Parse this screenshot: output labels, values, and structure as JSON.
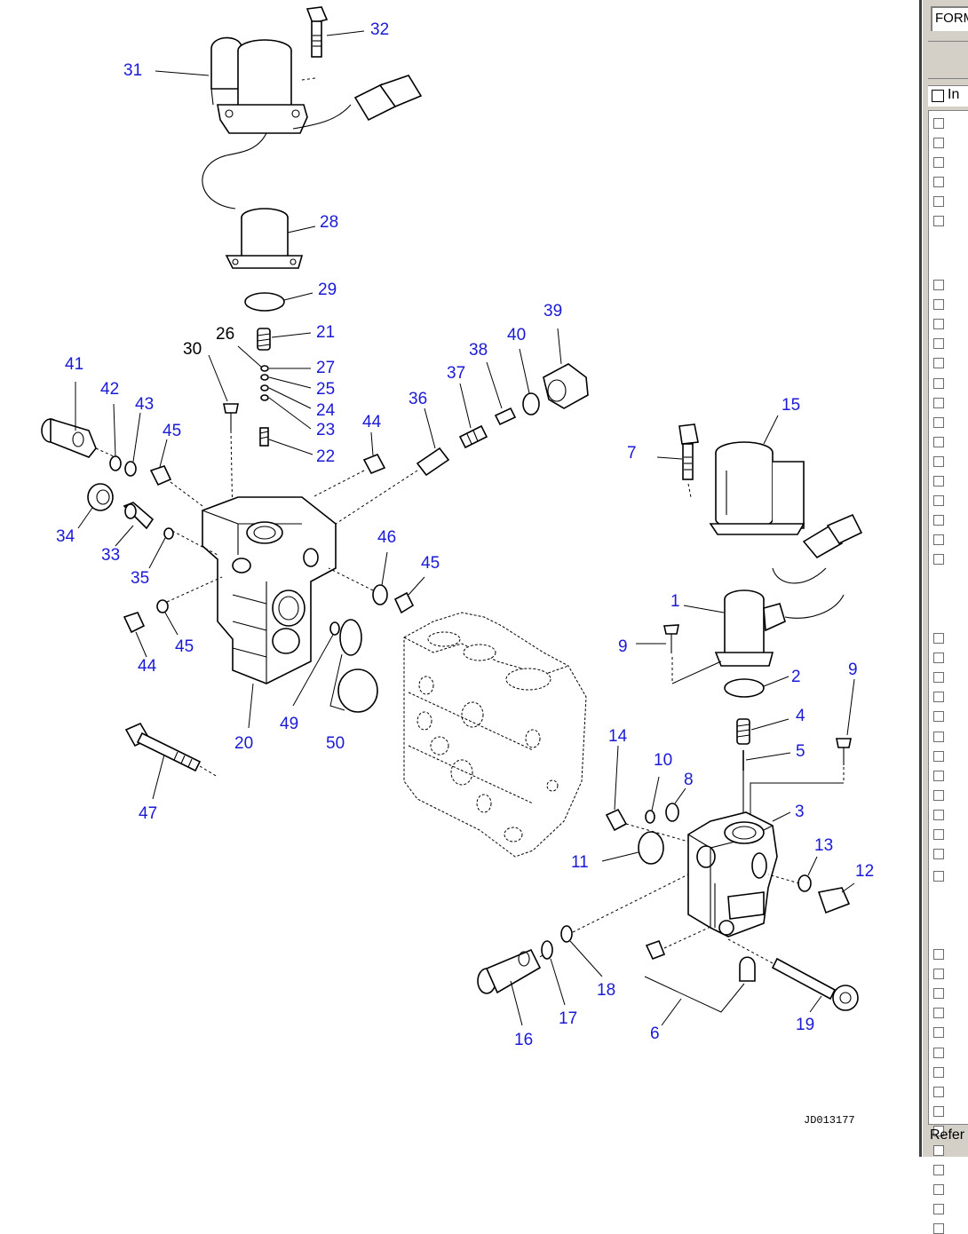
{
  "diagram": {
    "drawing_code": "JD013177",
    "callouts": [
      "1",
      "2",
      "3",
      "4",
      "5",
      "6",
      "7",
      "8",
      "9",
      "9",
      "10",
      "11",
      "12",
      "13",
      "14",
      "15",
      "16",
      "17",
      "18",
      "19",
      "20",
      "21",
      "22",
      "23",
      "24",
      "25",
      "26",
      "27",
      "28",
      "29",
      "30",
      "31",
      "32",
      "33",
      "34",
      "35",
      "36",
      "37",
      "38",
      "39",
      "40",
      "41",
      "42",
      "43",
      "44",
      "44",
      "45",
      "45",
      "45",
      "46",
      "47",
      "49",
      "50"
    ]
  },
  "side_panel": {
    "form_field_text": "FORM",
    "header_label": "In",
    "footer_label": "Refer",
    "checkbox_count": 49
  },
  "colors": {
    "callout_text": "#1a1ad6",
    "panel_background": "#d4d0c8"
  }
}
